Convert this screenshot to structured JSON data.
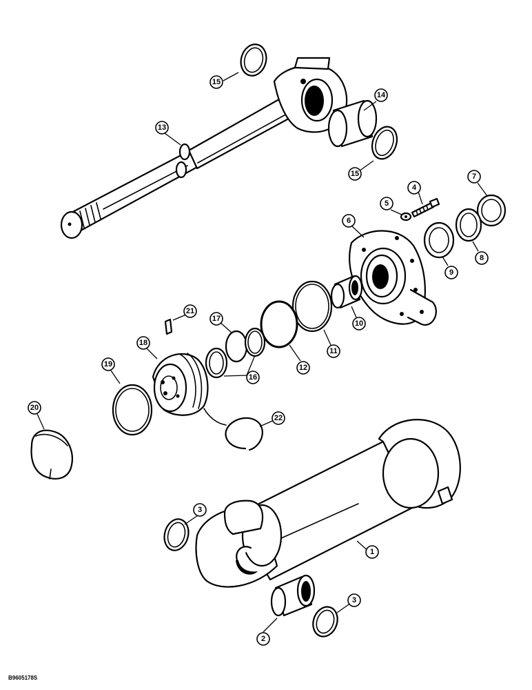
{
  "figure_id": "B9605178S",
  "callouts": [
    "1",
    "2",
    "3",
    "3",
    "4",
    "5",
    "6",
    "7",
    "8",
    "9",
    "10",
    "11",
    "12",
    "13",
    "14",
    "15",
    "15",
    "16",
    "17",
    "18",
    "19",
    "20",
    "21",
    "22"
  ]
}
